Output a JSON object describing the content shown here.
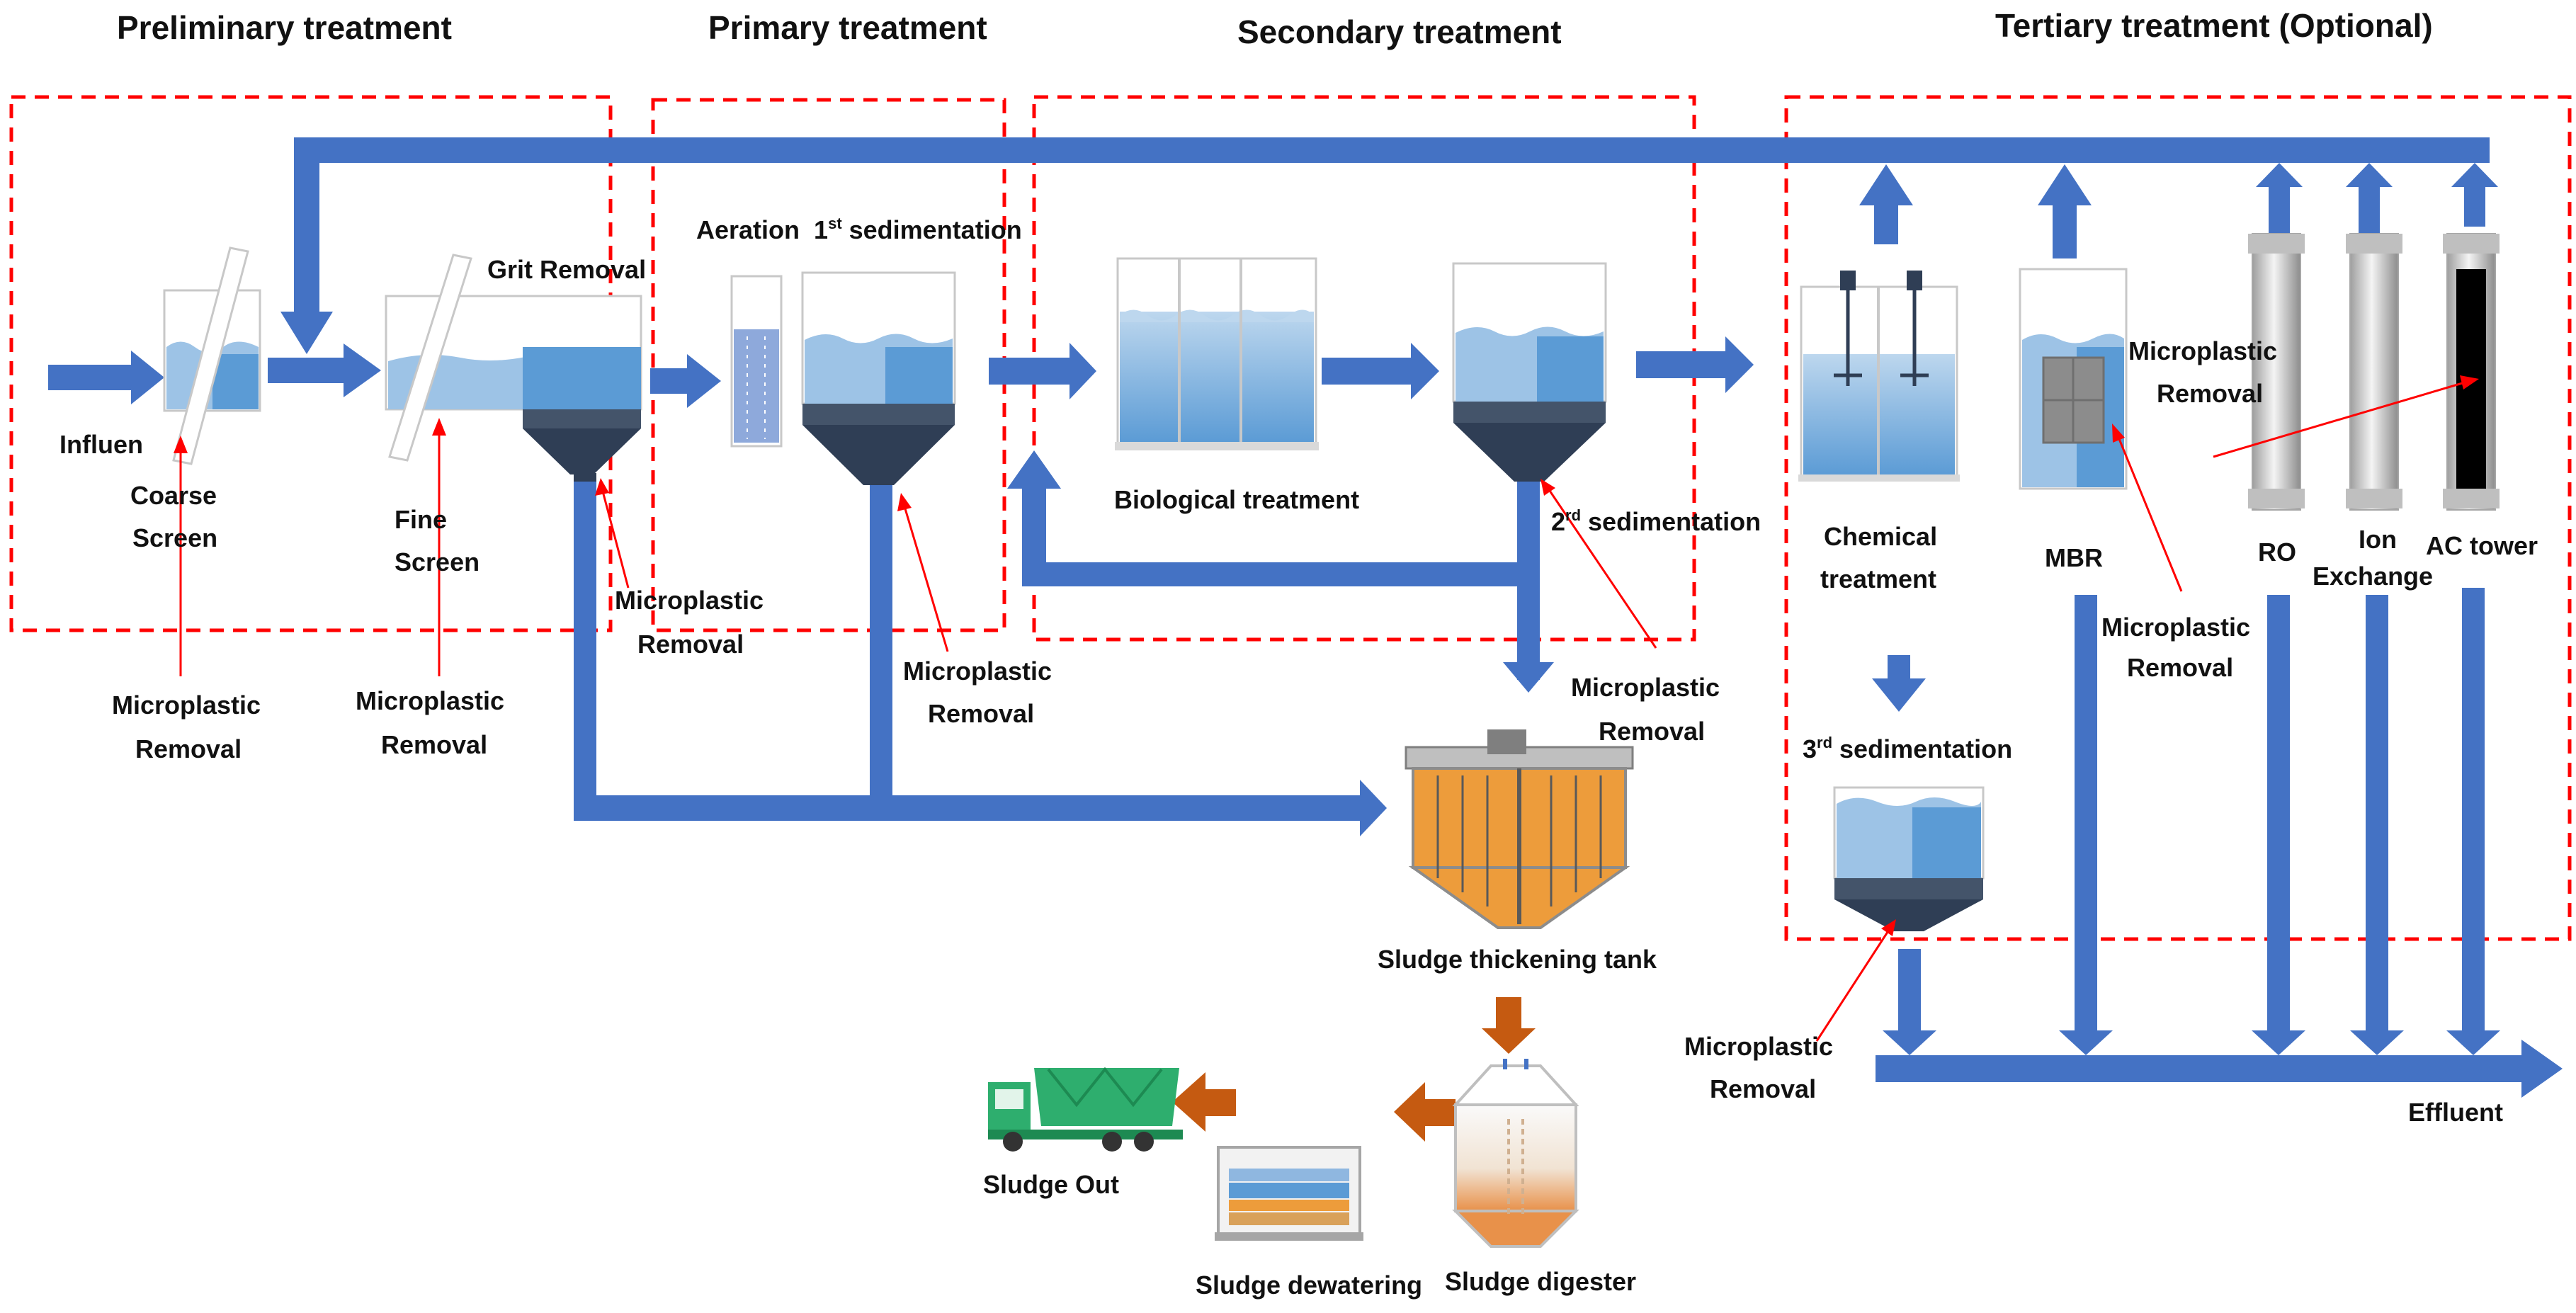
{
  "stages": {
    "preliminary": "Preliminary treatment",
    "primary": "Primary treatment",
    "secondary": "Secondary treatment",
    "tertiary": "Tertiary treatment (Optional)"
  },
  "labels": {
    "influent": "Influen",
    "coarse_screen_1": "Coarse",
    "coarse_screen_2": "Screen",
    "fine_screen_1": "Fine",
    "fine_screen_2": "Screen",
    "grit_removal": "Grit Removal",
    "aeration": "Aeration",
    "first_sed_num": "1",
    "first_sed_sup": "st",
    "first_sed_rest": "sedimentation",
    "biological": "Biological treatment",
    "second_sed_num": "2",
    "second_sed_sup": "rd",
    "second_sed_rest": "sedimentation",
    "chemical_1": "Chemical",
    "chemical_2": "treatment",
    "mbr": "MBR",
    "ro": "RO",
    "ion_1": "Ion",
    "ion_2": "Exchange",
    "ac_tower": "AC tower",
    "third_sed_num": "3",
    "third_sed_sup": "rd",
    "third_sed_rest": "sedimentation",
    "effluent": "Effluent",
    "thickening": "Sludge thickening tank",
    "digester": "Sludge digester",
    "dewatering": "Sludge dewatering",
    "sludge_out": "Sludge Out"
  },
  "microplastic": {
    "line1": "Microplastic",
    "line2": "Removal"
  },
  "colors": {
    "flow_arrow": "#4472C4",
    "sludge_arrow": "#C55A11",
    "stage_border": "#FF0000",
    "water_light": "#9DC3E6",
    "water_dark": "#5B9BD5",
    "hopper": "#2F3E55",
    "truck": "#2EAE6E"
  }
}
